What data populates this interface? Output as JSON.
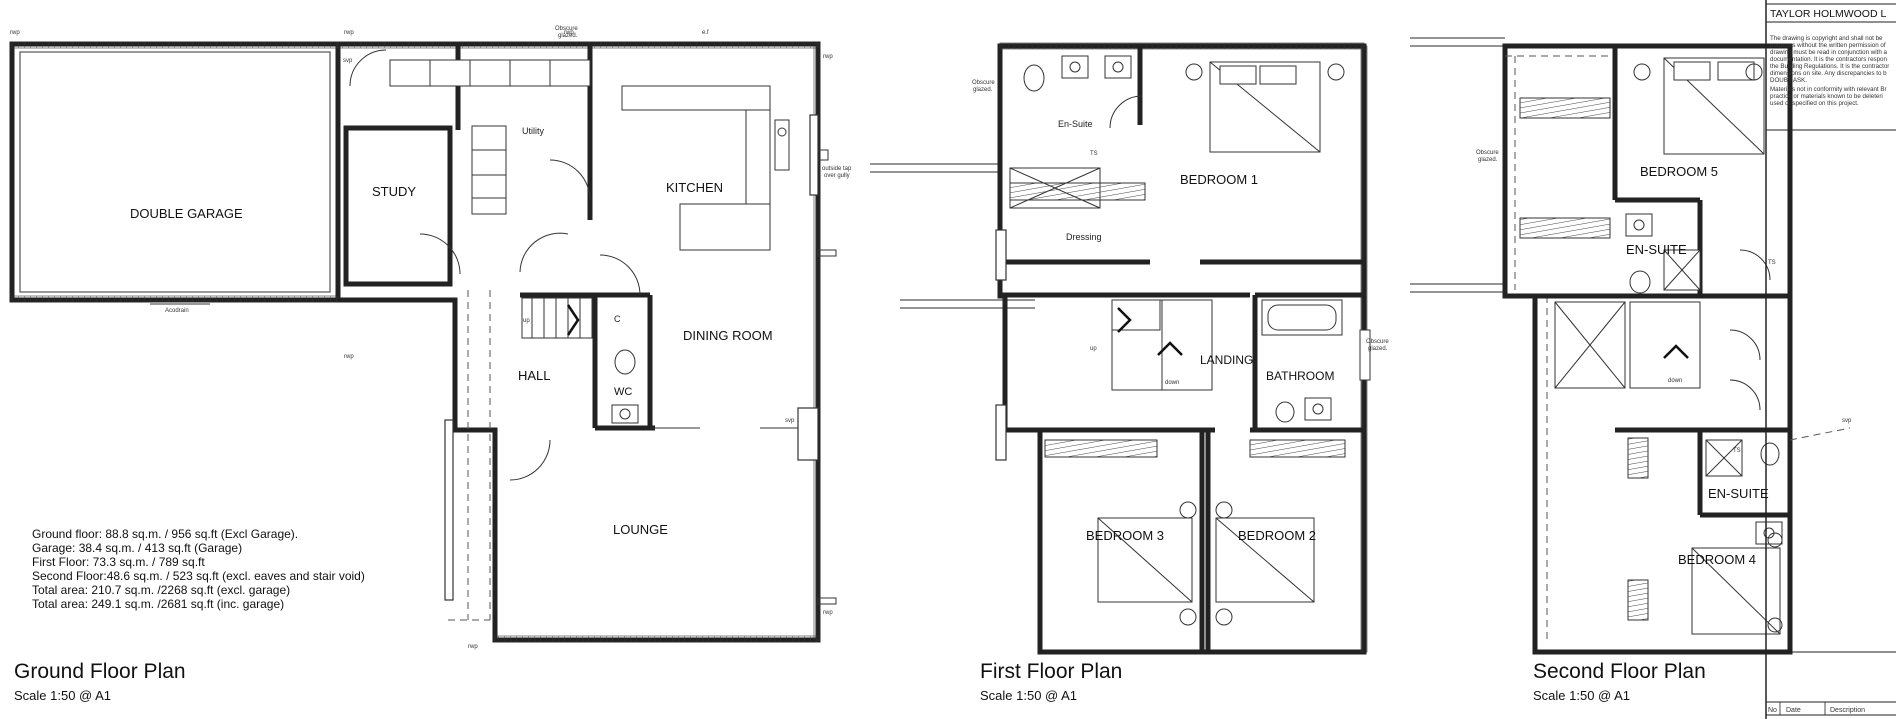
{
  "title_block": {
    "company": "TAYLOR HOLMWOOD L",
    "notes": [
      "The drawing is copyright and shall not be",
      "purposes without the written permission of",
      "drawing must be read in conjunction with a",
      "documentation. It is the contractors respon",
      "the Building Regulations. It is the contractor",
      "dimensions on site. Any discrepancies to b",
      "DOUBT ASK.",
      "Materials not in conformity with relevant Br",
      "practice or materials known to be deleteri",
      "used or specified on this project."
    ],
    "revision_headers": {
      "no": "No",
      "date": "Date",
      "description": "Description"
    }
  },
  "ground_floor": {
    "title": "Ground Floor Plan",
    "scale": "Scale 1:50 @ A1",
    "rooms": {
      "garage": "DOUBLE GARAGE",
      "study": "STUDY",
      "utility": "Utility",
      "kitchen": "KITCHEN",
      "dining": "DINING ROOM",
      "hall": "HALL",
      "wc": "WC",
      "lounge": "LOUNGE",
      "cupboard": "C"
    },
    "annotations": {
      "rwp": "rwp",
      "svp": "svp",
      "ef": "e.f",
      "obscure": "Obscure",
      "glazed": "glazed.",
      "acodrain": "Acodrain",
      "outside_tap_1": "outside tap",
      "outside_tap_2": "over gully",
      "up": "up"
    },
    "areas": [
      "Ground floor: 88.8 sq.m. / 956 sq.ft (Excl Garage).",
      "Garage:          38.4 sq.m. / 413 sq.ft (Garage)",
      "First Floor:     73.3 sq.m. / 789 sq.ft",
      "Second Floor:48.6 sq.m. / 523 sq.ft (excl. eaves and stair void)",
      "Total area:      210.7 sq.m. /2268 sq.ft (excl. garage)",
      "Total area:      249.1 sq.m. /2681 sq.ft (inc. garage)"
    ]
  },
  "first_floor": {
    "title": "First Floor Plan",
    "scale": "Scale 1:50 @ A1",
    "rooms": {
      "ensuite": "En-Suite",
      "dressing": "Dressing",
      "bedroom1": "BEDROOM 1",
      "landing": "LANDING",
      "bathroom": "BATHROOM",
      "bedroom3": "BEDROOM 3",
      "bedroom2": "BEDROOM 2"
    },
    "annotations": {
      "up": "up",
      "down": "down",
      "obscure": "Obscure",
      "glazed": "glazed.",
      "ts": "TS"
    }
  },
  "second_floor": {
    "title": "Second Floor Plan",
    "scale": "Scale 1:50 @ A1",
    "rooms": {
      "bedroom5": "BEDROOM 5",
      "ensuite_a": "EN-SUITE",
      "ensuite_b": "EN-SUITE",
      "bedroom4": "BEDROOM 4"
    },
    "annotations": {
      "down": "down",
      "obscure": "Obscure",
      "glazed": "glazed.",
      "ts": "TS",
      "svp": "svp"
    }
  }
}
